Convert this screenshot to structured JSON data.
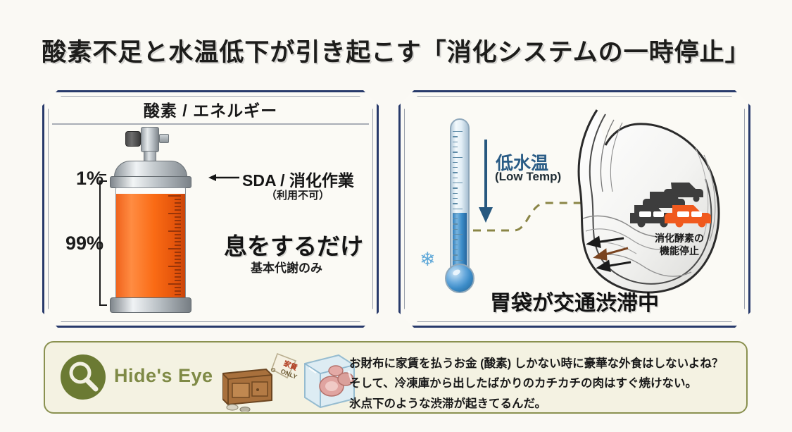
{
  "page": {
    "title": "酸素不足と水温低下が引き起こす「消化システムの一時停止」",
    "background_color": "#faf9f4"
  },
  "left_panel": {
    "header": "酸素 / エネルギー",
    "percent_top": "1%",
    "percent_bottom": "99%",
    "sda_label": "SDA / 消化作業",
    "sda_sublabel": "（利用不可）",
    "breath_main": "息をするだけ",
    "breath_sub": "基本代謝のみ",
    "cylinder": {
      "liquid_color": "#fa6b15",
      "metal_color": "#b9c0c5",
      "fill_percent": 99
    }
  },
  "right_panel": {
    "low_temp_main": "低水温",
    "low_temp_sub": "(Low Temp)",
    "enzyme_label_line1": "消化酵素の",
    "enzyme_label_line2": "機能停止",
    "jam_title": "胃袋が交通渋滞中",
    "thermometer": {
      "fill_color": "#3c8cc8",
      "fill_level_percent": 38,
      "snowflake_icon": "❄"
    },
    "car_colors": [
      "#3d3d3d",
      "#3d3d3d",
      "#3d3d3d",
      "#f05a1e"
    ],
    "dashed_line_color": "#8a8546",
    "arrow_color": "#2a5c86"
  },
  "banner": {
    "brand": "Hide's Eye",
    "brand_color": "#7f8a46",
    "circle_color": "#6b7a33",
    "border_color": "#8a9150",
    "background_color": "#f4f2e2",
    "magnifier_icon": "search-icon",
    "wallet_tag_line1": "家賃",
    "wallet_tag_line2": "ONLY",
    "lines": [
      "お財布に家賃を払うお金 (酸素) しかない時に豪華な外食はしないよね？",
      "そして、冷凍庫から出したばかりのカチカチの肉はすぐ焼けない。",
      "氷点下のような渋滞が起きてるんだ。"
    ]
  }
}
